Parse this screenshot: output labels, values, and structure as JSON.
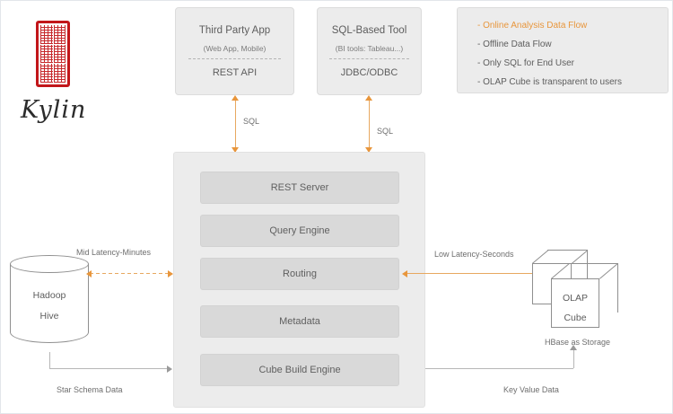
{
  "brand": {
    "seal_icon": "kylin-seal-stamp",
    "name": "Kylin",
    "seal_color": "#c2161a"
  },
  "clients": [
    {
      "id": "third-party-app",
      "title": "Third Party App",
      "subtitle": "(Web App, Mobile)",
      "api": "REST API"
    },
    {
      "id": "sql-based-tool",
      "title": "SQL-Based Tool",
      "subtitle": "(BI tools: Tableau...)",
      "api": "JDBC/ODBC"
    }
  ],
  "legend": {
    "accent_color": "#e8963c",
    "items": [
      "- Online Analysis Data Flow",
      "- Offline Data Flow",
      "- Only SQL for End User",
      "- OLAP Cube is transparent to users"
    ]
  },
  "core": {
    "boxes": [
      "REST Server",
      "Query Engine",
      "Routing",
      "Metadata",
      "Cube Build Engine"
    ]
  },
  "datastore": {
    "line1": "Hadoop",
    "line2": "Hive"
  },
  "cube": {
    "line1": "OLAP",
    "line2": "Cube",
    "storage_label": "HBase as Storage"
  },
  "connectors": {
    "sql_left": "SQL",
    "sql_right": "SQL",
    "mid_latency": "Mid Latency-Minutes",
    "low_latency": "Low Latency-Seconds",
    "star_schema": "Star Schema Data",
    "key_value": "Key Value Data"
  }
}
